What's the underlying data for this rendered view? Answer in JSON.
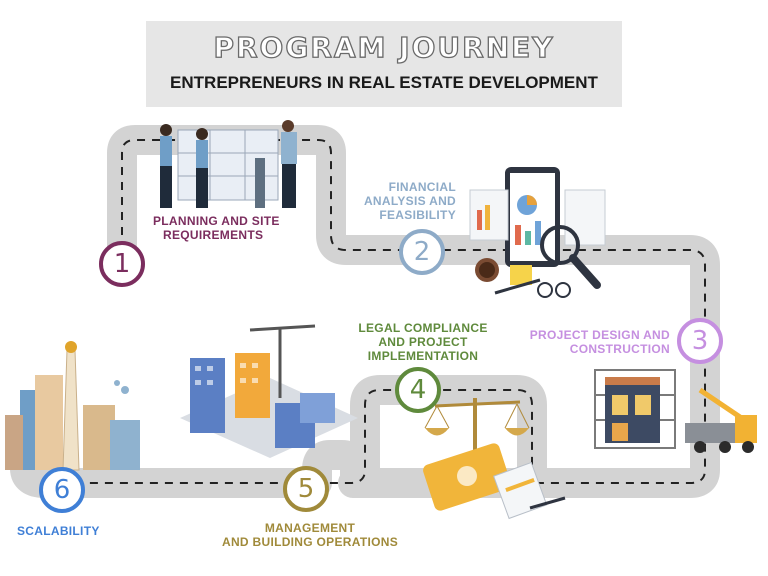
{
  "header": {
    "title": "PROGRAM JOURNEY",
    "subtitle": "ENTREPRENEURS IN REAL ESTATE DEVELOPMENT"
  },
  "steps": [
    {
      "number": "1",
      "label_line1": "PLANNING AND SITE",
      "label_line2": "REQUIREMENTS",
      "color": "#7b2d5e"
    },
    {
      "number": "2",
      "label_line1": "FINANCIAL",
      "label_line2": "ANALYSIS AND",
      "label_line3": "FEASIBILITY",
      "color": "#8eabc8"
    },
    {
      "number": "3",
      "label_line1": "PROJECT DESIGN AND",
      "label_line2": "CONSTRUCTION",
      "color": "#c58fe0"
    },
    {
      "number": "4",
      "label_line1": "LEGAL COMPLIANCE",
      "label_line2": "AND PROJECT",
      "label_line3": "IMPLEMENTATION",
      "color": "#5f8a3c"
    },
    {
      "number": "5",
      "label_line1": "MANAGEMENT",
      "label_line2": "AND BUILDING OPERATIONS",
      "color": "#a08a3a"
    },
    {
      "number": "6",
      "label_line1": "SCALABILITY",
      "color": "#3f7fd6"
    }
  ],
  "colors": {
    "road": "#d3d3d3",
    "dash": "#222222"
  }
}
